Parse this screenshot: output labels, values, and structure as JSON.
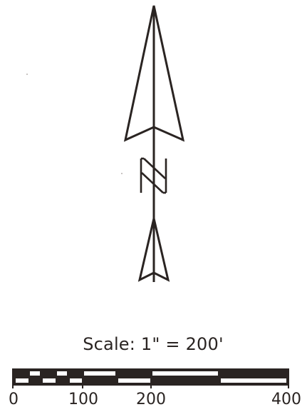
{
  "north_arrow": {
    "letter": "N",
    "icon": "north-arrow-icon",
    "stroke_color": "#2a2422"
  },
  "scale": {
    "label": "Scale: 1\" = 200'",
    "ticks": [
      "0",
      "100",
      "200",
      "400"
    ],
    "colors": {
      "dark": "#2a2422",
      "light": "#ffffff"
    }
  }
}
